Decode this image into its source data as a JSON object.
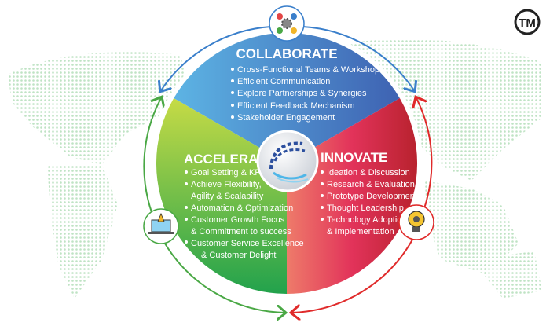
{
  "logo_text": "TM",
  "segments": {
    "collaborate": {
      "title": "COLLABORATE",
      "items": [
        "Cross-Functional Teams & Workshops",
        "Efficient Communication",
        "Explore Partnerships & Synergies",
        "Efficient Feedback Mechanism",
        "Stakeholder Engagement"
      ],
      "color": "#4a7fc8"
    },
    "accelerate": {
      "title": "ACCELERATE",
      "items": [
        "Goal Setting & KPI",
        "Achieve Flexibility,",
        "Agility & Scalability",
        "Automation & Optimization",
        "Customer Growth Focus",
        "& Commitment to success",
        "Customer Service Excellence",
        "& Customer Delight"
      ],
      "color": "#5aae3e"
    },
    "innovate": {
      "title": "INNOVATE",
      "items": [
        "Ideation & Discussion",
        "Research & Evaluation",
        "Prototype Development",
        "Thought Leadership",
        "Technology Adoption",
        "& Implementation"
      ],
      "color": "#d9304a"
    }
  },
  "icons": [
    "collaboration-gear-icon",
    "rocket-laptop-icon",
    "lightbulb-gear-icon",
    "company-logo-icon"
  ]
}
